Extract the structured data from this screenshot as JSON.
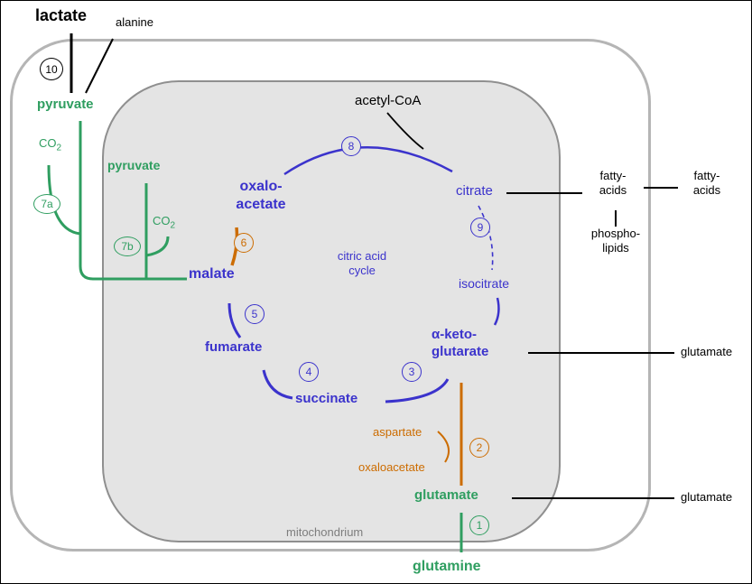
{
  "colors": {
    "green": "#2f9e60",
    "blue": "#3b33cc",
    "orange": "#cc6c00",
    "black": "#000000",
    "cell_border": "#b5b5b5",
    "mitochondrion_fill": "#e4e4e4",
    "mitochondrion_border": "#8f8f8f",
    "mitochondrion_label_gray": "#7d7d7d"
  },
  "compartments": {
    "mitochondrion_label": "mitochondrium",
    "cycle_title_line1": "citric acid",
    "cycle_title_line2": "cycle"
  },
  "metabolites": {
    "lactate": "lactate",
    "alanine": "alanine",
    "pyruvate_cytosol": "pyruvate",
    "co2_cytosol_base": "CO",
    "co2_cytosol_sub": "2",
    "pyruvate_mito": "pyruvate",
    "co2_mito_base": "CO",
    "co2_mito_sub": "2",
    "oxaloacetate_line1": "oxalo-",
    "oxaloacetate_line2": "acetate",
    "malate": "malate",
    "fumarate": "fumarate",
    "succinate": "succinate",
    "citrate": "citrate",
    "isocitrate": "isocitrate",
    "alpha_ketoglutarate_line1": "α-keto-",
    "alpha_ketoglutarate_line2": "glutarate",
    "acetyl_coa": "acetyl-CoA",
    "aspartate": "aspartate",
    "oxaloacetate_transamination": "oxaloacetate",
    "glutamate_mito": "glutamate",
    "glutamine": "glutamine",
    "fatty_acids_inner_line1": "fatty-",
    "fatty_acids_inner_line2": "acids",
    "fatty_acids_outer_line1": "fatty-",
    "fatty_acids_outer_line2": "acids",
    "phospholipids_line1": "phospho-",
    "phospholipids_line2": "lipids",
    "glutamate_right_upper": "glutamate",
    "glutamate_right_lower": "glutamate"
  },
  "steps": {
    "s1": "1",
    "s2": "2",
    "s3": "3",
    "s4": "4",
    "s5": "5",
    "s6": "6",
    "s7a": "7a",
    "s7b": "7b",
    "s8": "8",
    "s9": "9",
    "s10": "10"
  }
}
